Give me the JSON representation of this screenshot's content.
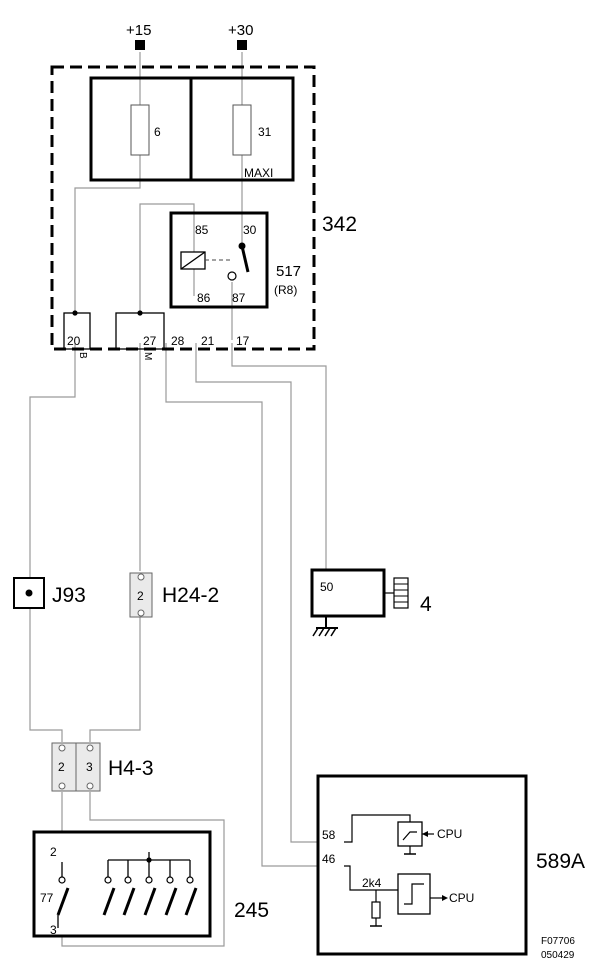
{
  "supply": {
    "plus15": "+15",
    "plus30": "+30"
  },
  "components": {
    "box342": "342",
    "fuse6": "6",
    "fuse31": "31",
    "maxi": "MAXI",
    "relay_id": "517",
    "relay_sub": "(R8)",
    "ground_point": "J93",
    "connector_h24": "H24-2",
    "connector_h4": "H4-3",
    "switch_245": "245",
    "motor_4": "4",
    "ecu_589a": "589A"
  },
  "relay_pins": {
    "p85": "85",
    "p30": "30",
    "p86": "86",
    "p87": "87"
  },
  "box_pins": {
    "p20": "20",
    "p27": "27",
    "p28": "28",
    "p21": "21",
    "p17": "17",
    "b": "B",
    "m": "M"
  },
  "connector_pins": {
    "h24_pin": "2",
    "h4_pin2": "2",
    "h4_pin3": "3"
  },
  "switch_pins": {
    "p2": "2",
    "p77": "77",
    "p3": "3"
  },
  "motor_pin": "50",
  "ecu": {
    "p58": "58",
    "p46": "46",
    "cpu_top": "CPU",
    "cpu_bottom": "CPU",
    "resistor": "2k4"
  },
  "figure_id": {
    "line1": "F07706",
    "line2": "050429"
  }
}
